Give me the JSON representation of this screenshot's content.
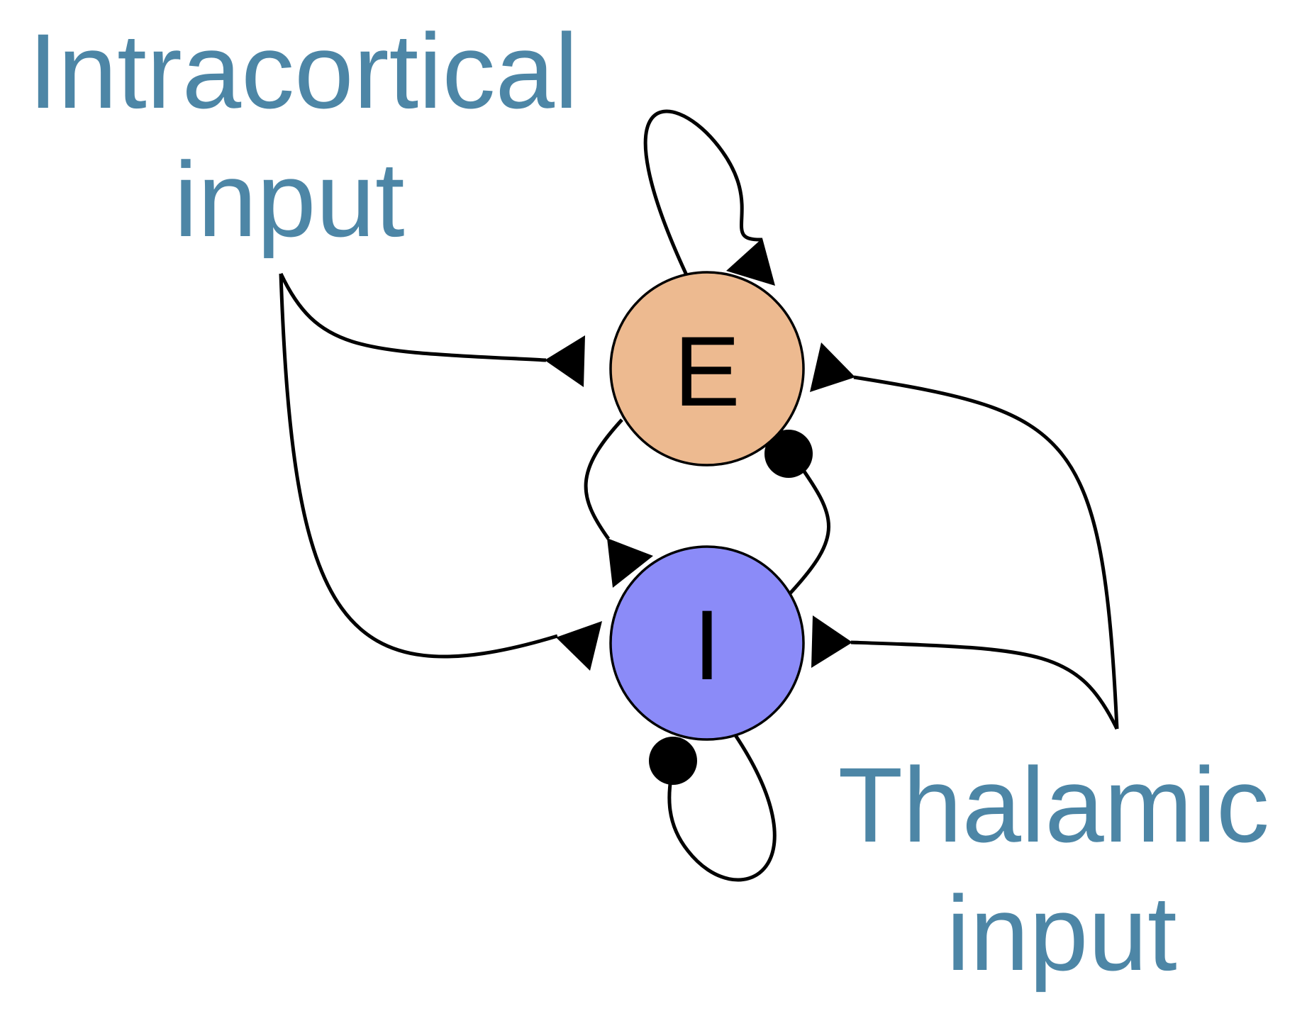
{
  "diagram": {
    "nodes": {
      "excitatory": {
        "label": "E",
        "fill": "#EDBA90"
      },
      "inhibitory": {
        "label": "I",
        "fill": "#8B8BF8"
      }
    },
    "inputs": {
      "intracortical": {
        "line1": "Intracortical",
        "line2": "input"
      },
      "thalamic": {
        "line1": "Thalamic",
        "line2": "input"
      }
    },
    "colors": {
      "input_text": "#4D86A6",
      "edges": "#000000"
    },
    "connections": [
      {
        "from": "E",
        "to": "E",
        "type": "excitatory"
      },
      {
        "from": "I",
        "to": "I",
        "type": "inhibitory"
      },
      {
        "from": "E",
        "to": "I",
        "type": "excitatory"
      },
      {
        "from": "I",
        "to": "E",
        "type": "inhibitory"
      },
      {
        "from": "Intracortical input",
        "to": "E",
        "type": "excitatory"
      },
      {
        "from": "Intracortical input",
        "to": "I",
        "type": "excitatory"
      },
      {
        "from": "Thalamic input",
        "to": "E",
        "type": "excitatory"
      },
      {
        "from": "Thalamic input",
        "to": "I",
        "type": "excitatory"
      }
    ]
  }
}
